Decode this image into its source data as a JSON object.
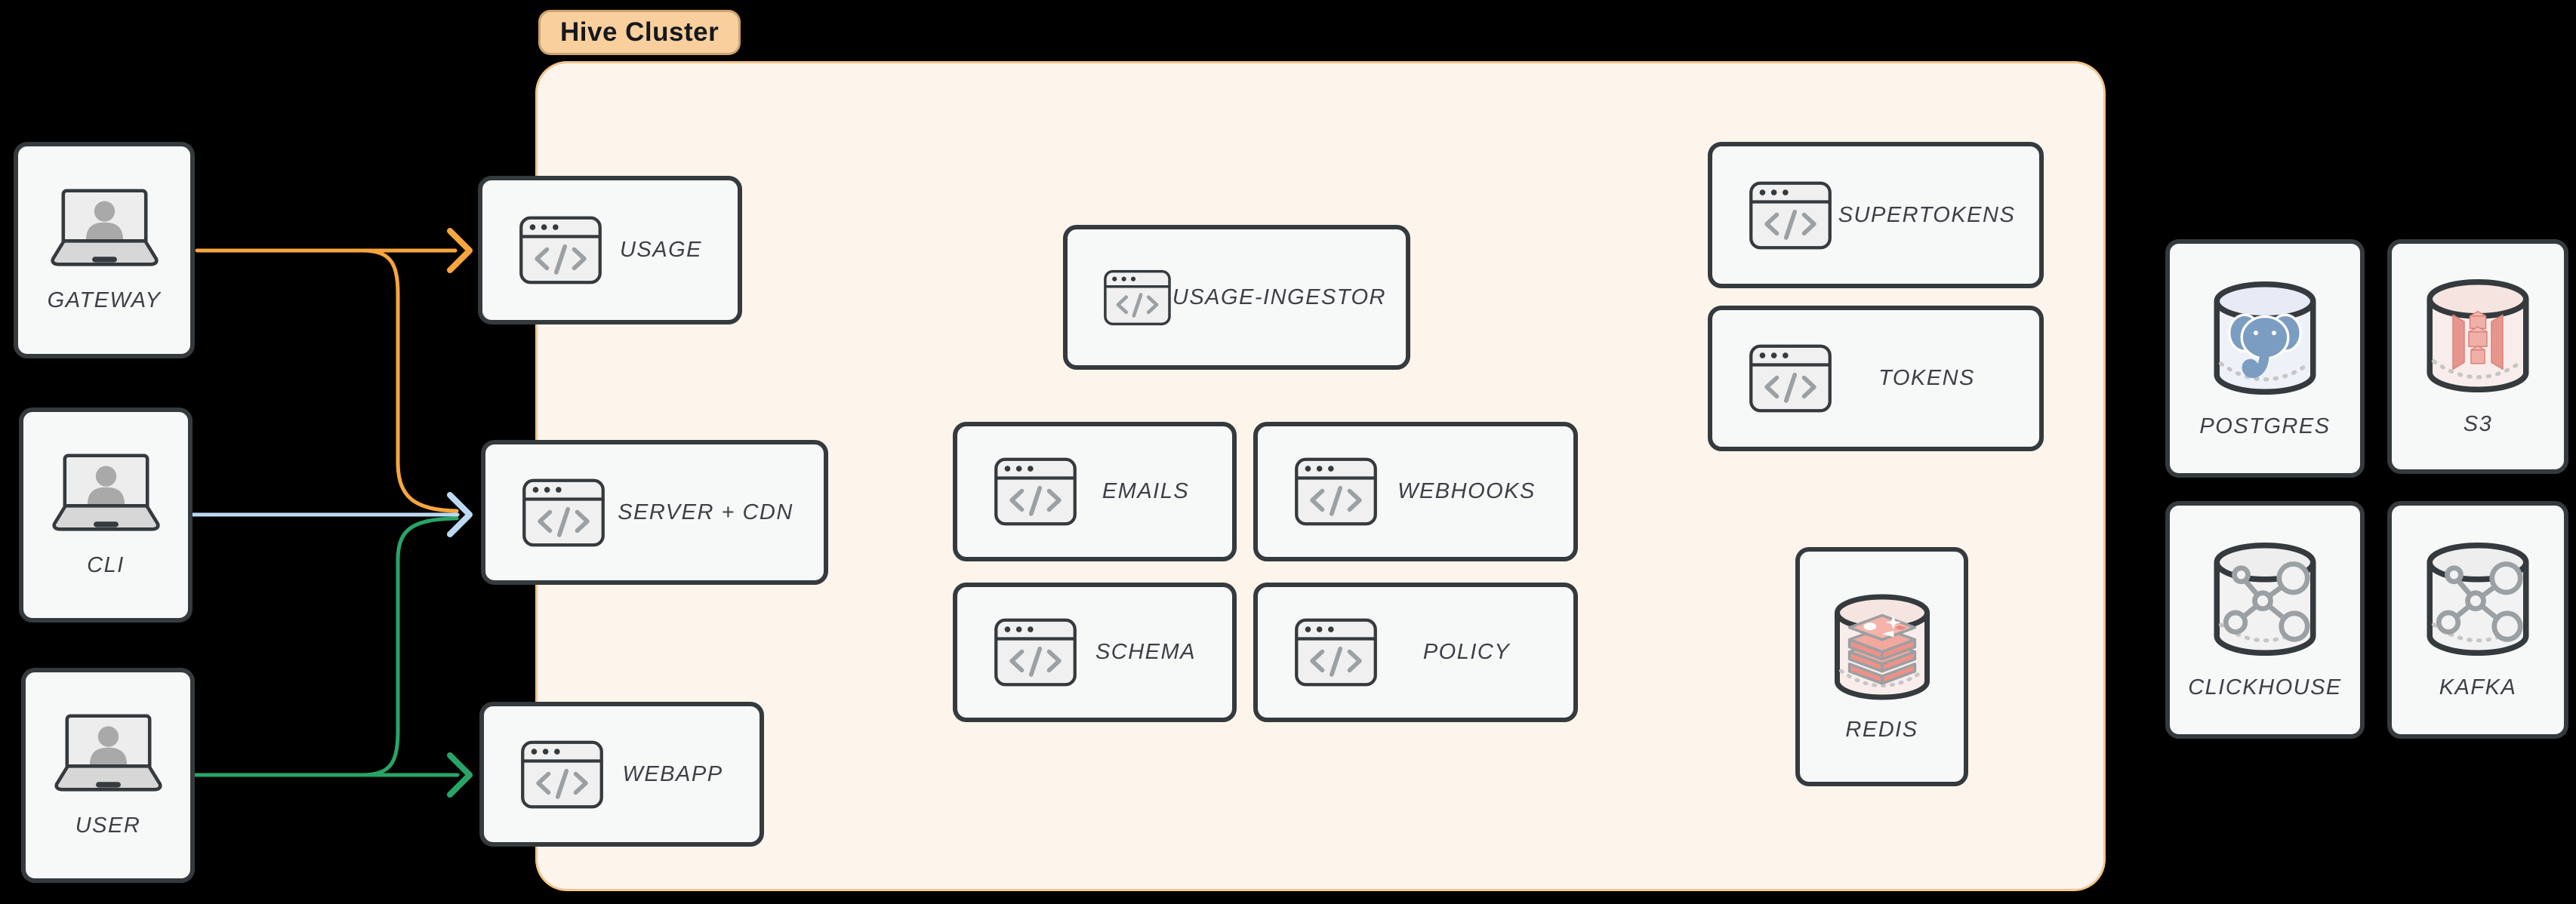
{
  "cluster": {
    "label": "Hive Cluster"
  },
  "nodes": {
    "gateway": {
      "label": "GATEWAY",
      "icon": "laptop-user-icon"
    },
    "cli": {
      "label": "CLI",
      "icon": "laptop-user-icon"
    },
    "user": {
      "label": "USER",
      "icon": "laptop-user-icon"
    },
    "usage": {
      "label": "USAGE",
      "icon": "code-window-icon"
    },
    "server_cdn": {
      "label": "SERVER + CDN",
      "icon": "code-window-icon"
    },
    "webapp": {
      "label": "WEBAPP",
      "icon": "code-window-icon"
    },
    "usage_ingestor": {
      "label": "USAGE-INGESTOR",
      "icon": "code-window-icon"
    },
    "emails": {
      "label": "EMAILS",
      "icon": "code-window-icon"
    },
    "webhooks": {
      "label": "WEBHOOKS",
      "icon": "code-window-icon"
    },
    "schema": {
      "label": "SCHEMA",
      "icon": "code-window-icon"
    },
    "policy": {
      "label": "POLICY",
      "icon": "code-window-icon"
    },
    "supertokens": {
      "label": "SUPERTOKENS",
      "icon": "code-window-icon"
    },
    "tokens": {
      "label": "TOKENS",
      "icon": "code-window-icon"
    },
    "redis": {
      "label": "REDIS",
      "icon": "redis-database-icon"
    },
    "postgres": {
      "label": "POSTGRES",
      "icon": "postgres-database-icon"
    },
    "s3": {
      "label": "S3",
      "icon": "s3-database-icon"
    },
    "clickhouse": {
      "label": "CLICKHOUSE",
      "icon": "cluster-database-icon"
    },
    "kafka": {
      "label": "KAFKA",
      "icon": "cluster-database-icon"
    }
  },
  "edges": [
    {
      "from": "GATEWAY",
      "to": "USAGE",
      "color": "#f7a63d"
    },
    {
      "from": "GATEWAY",
      "to": "SERVER + CDN",
      "color": "#f7a63d"
    },
    {
      "from": "CLI",
      "to": "SERVER + CDN",
      "color": "#bcd9f3"
    },
    {
      "from": "USER",
      "to": "SERVER + CDN",
      "color": "#27a567"
    },
    {
      "from": "USER",
      "to": "WEBAPP",
      "color": "#27a567"
    }
  ],
  "colors": {
    "background": "#000000",
    "node_fill": "#f7f8f8",
    "node_border": "#343a3d",
    "cluster_fill": "#fdf4ec",
    "cluster_border": "#f2c48d",
    "badge_fill": "#f8cf9d",
    "badge_text": "#15181c",
    "label_color": "#3b4146",
    "arrow_orange": "#f7a63d",
    "arrow_blue": "#bcd9f3",
    "arrow_green": "#27a567"
  }
}
